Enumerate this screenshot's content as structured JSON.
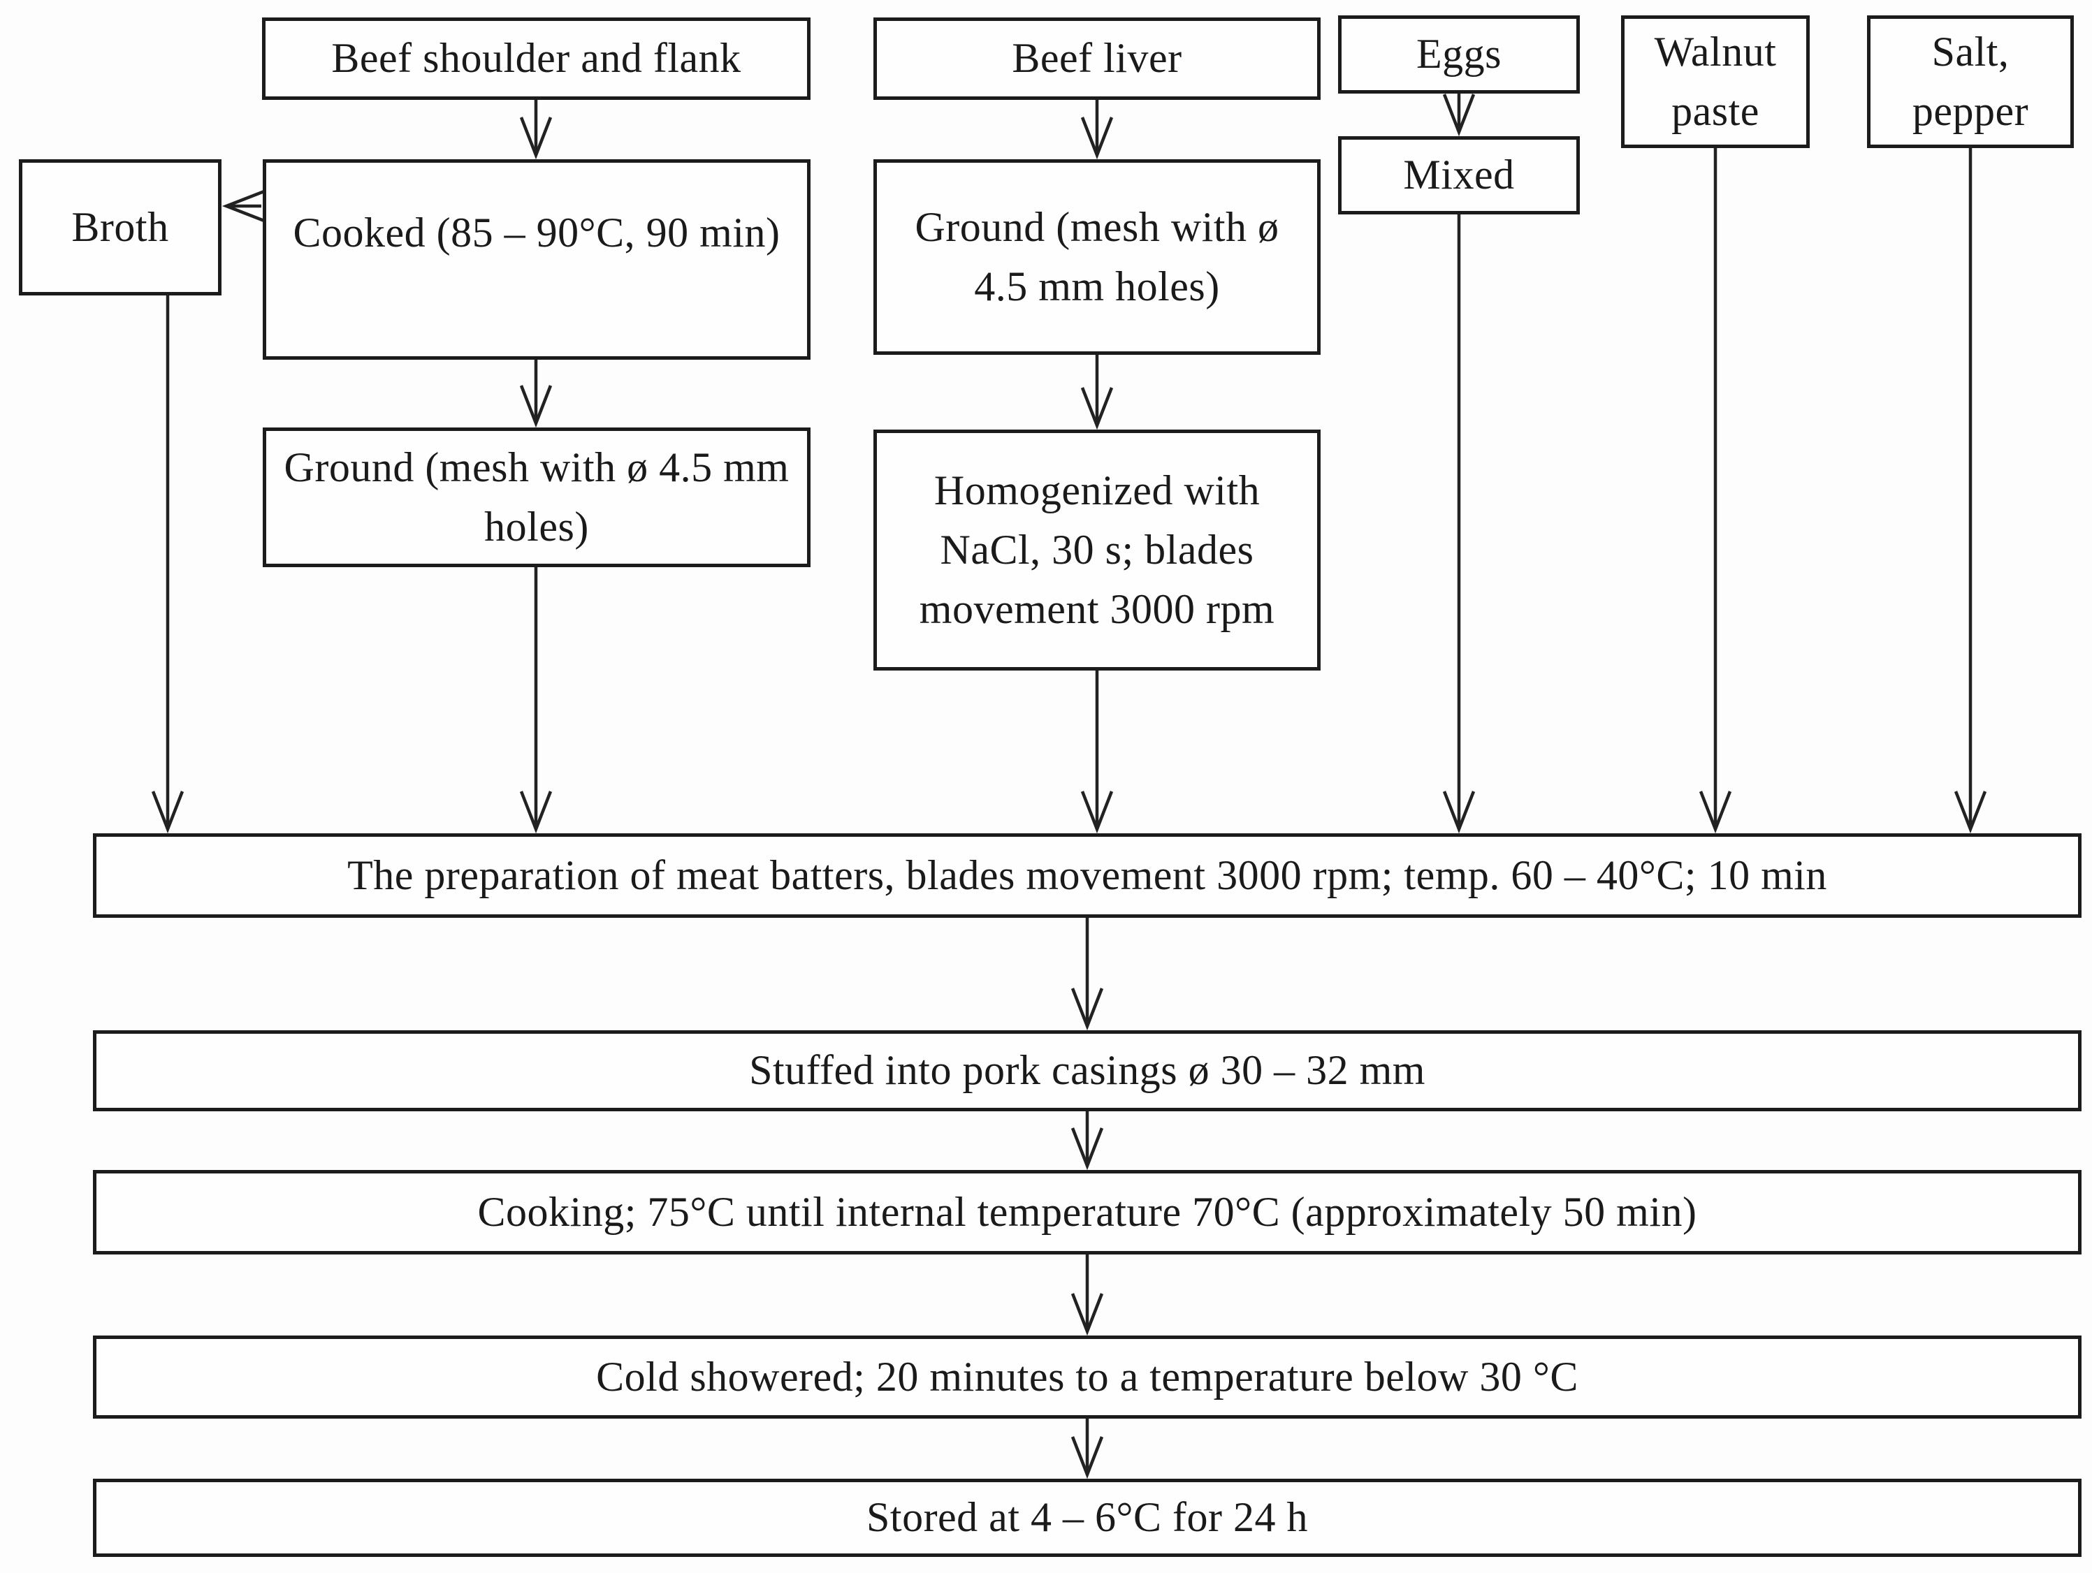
{
  "figure": {
    "background": "#fdfdfd",
    "line_color": "#222222",
    "border_color": "#1c1c1c",
    "text_color": "#1a1a1a"
  },
  "sources": [
    {
      "label": "Beef shoulder and flank"
    },
    {
      "label": "Beef liver"
    },
    {
      "label": "Eggs"
    },
    {
      "label": "Walnut paste"
    },
    {
      "label": "Salt, pepper"
    }
  ],
  "process": {
    "broth": "Broth",
    "cooked": "Cooked (85 – 90°C, 90 min)",
    "ground_shoulder": "Ground (mesh with ø 4.5 mm holes)",
    "ground_liver": "Ground (mesh with ø 4.5 mm holes)",
    "homogenized": "Homogenized with NaCl, 30 s; blades movement 3000 rpm",
    "mixed": "Mixed"
  },
  "stages": [
    {
      "label": "The preparation of meat batters, blades movement 3000 rpm;  temp. 60 – 40°C;  10 min"
    },
    {
      "label": "Stuffed into pork casings  ø 30 – 32 mm"
    },
    {
      "label": "Cooking; 75°C until internal temperature 70°C (approximately 50 min)"
    },
    {
      "label": "Cold showered; 20 minutes to a temperature below 30 °C"
    },
    {
      "label": "Stored at 4 – 6°C for 24 h"
    }
  ]
}
